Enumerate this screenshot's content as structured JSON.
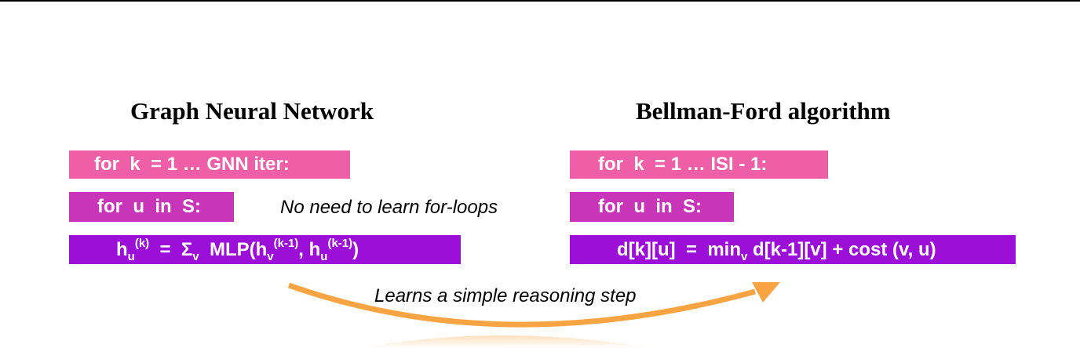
{
  "left": {
    "title": "Graph Neural Network",
    "line1": "for  k  = 1 … GNN iter:",
    "line2": "for  u  in  S:",
    "line3": {
      "h1": "h",
      "s1": "u",
      "p1": "(k)",
      "mid": "  =  Σ",
      "s2": "v",
      "mlp": "  MLP(h",
      "s3": "v",
      "p3": "(k-1)",
      "comma": ", h",
      "s4": "u",
      "p4": "(k-1)",
      "end": ")"
    }
  },
  "right": {
    "title": "Bellman-Ford algorithm",
    "line1": "for  k  = 1 … ISI - 1:",
    "line2": "for  u  in  S:",
    "line3": {
      "pre": "d[k][u]  =  min",
      "sub": "v",
      "post": " d[k-1][v] + cost (v, u)"
    }
  },
  "annotations": {
    "no_loops": "No need to learn for-loops",
    "reasoning": "Learns a simple reasoning step"
  },
  "colors": {
    "pink": "#EE5FA7",
    "magenta": "#C935B9",
    "purple": "#9B0FD8",
    "arrow": "#F9A442"
  }
}
